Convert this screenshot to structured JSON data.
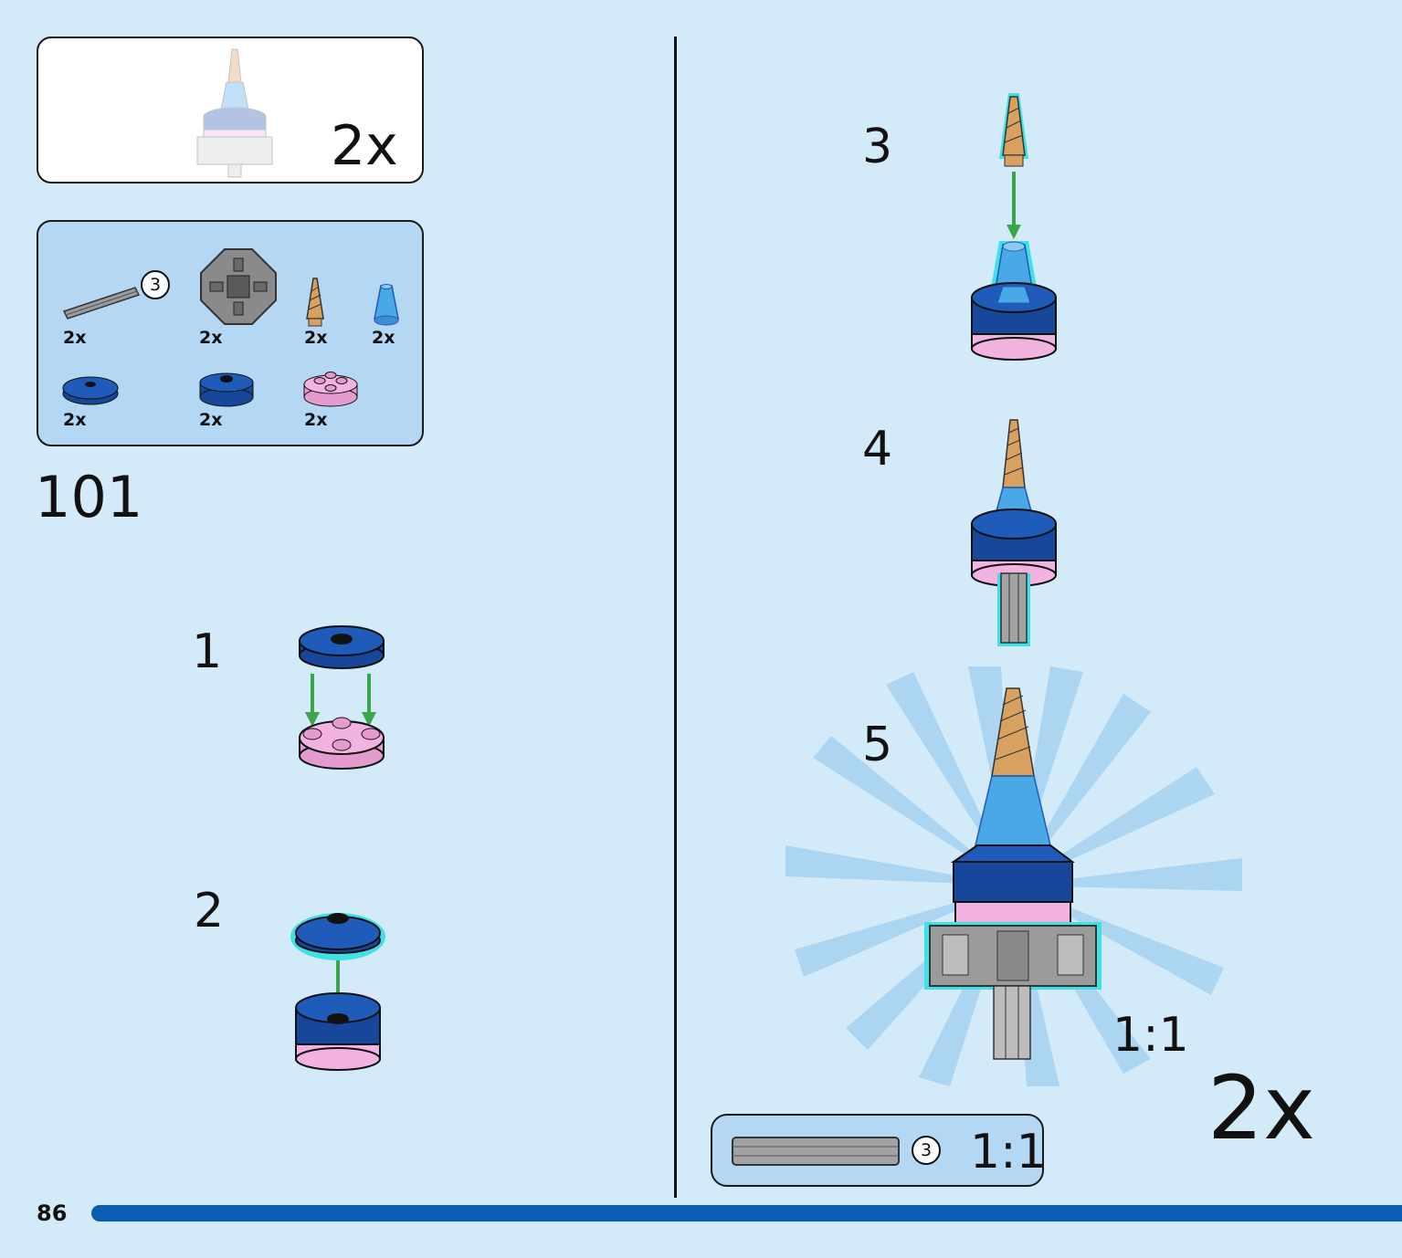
{
  "submodel": {
    "quantity": "2x"
  },
  "parts_list": {
    "items": [
      {
        "name": "axle",
        "length_marker": "3",
        "quantity": "2x"
      },
      {
        "name": "gray-round-hub",
        "quantity": "2x"
      },
      {
        "name": "tan-horn",
        "quantity": "2x"
      },
      {
        "name": "trans-blue-cone",
        "quantity": "2x"
      },
      {
        "name": "blue-round-tile",
        "quantity": "2x"
      },
      {
        "name": "blue-round-plate",
        "quantity": "2x"
      },
      {
        "name": "pink-round-plate",
        "quantity": "2x"
      }
    ]
  },
  "step_group_number": "101",
  "steps": [
    {
      "number": "1"
    },
    {
      "number": "2"
    },
    {
      "number": "3"
    },
    {
      "number": "4"
    },
    {
      "number": "5",
      "scale": "1:1"
    }
  ],
  "final": {
    "quantity": "2x"
  },
  "ruler": {
    "length_marker": "3",
    "scale": "1:1"
  },
  "page_number": "86",
  "colors": {
    "background": "#d3eaf9",
    "panel_blue": "#b4d8f4",
    "brick_blue": "#1f5bb8",
    "brick_pink": "#f3b3e0",
    "trans_blue": "#4aa8e6",
    "tan": "#d9a160",
    "gray": "#a3a3a3",
    "arrow_green": "#3aa54a",
    "highlight": "#3fe0e6",
    "progress_bar": "#0a5db0"
  }
}
